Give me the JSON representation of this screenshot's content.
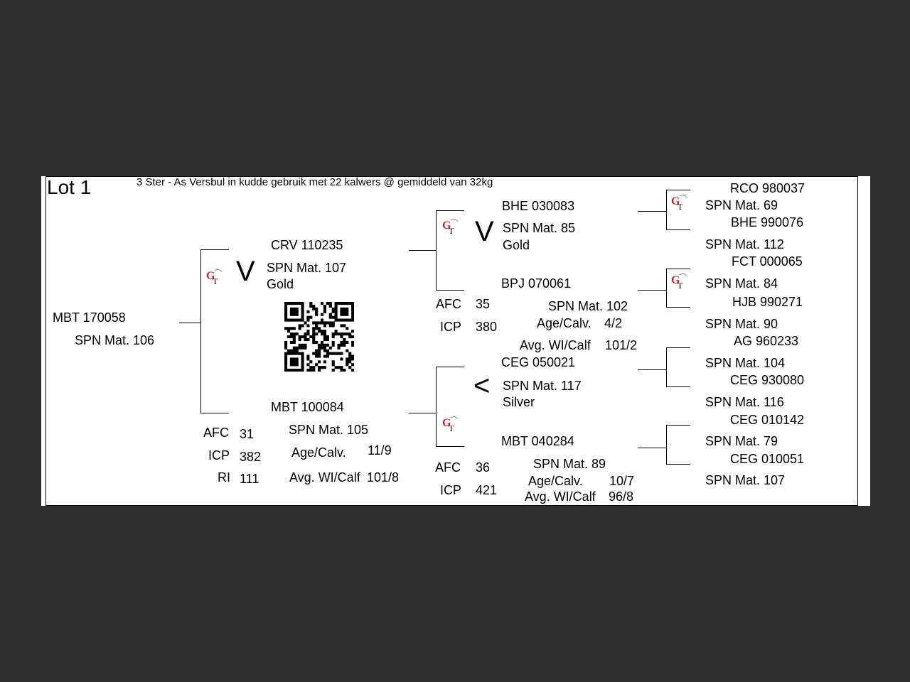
{
  "lot": {
    "title": "Lot 1",
    "note": "3 Ster - As Versbul in kudde gebruik met 22 kalwers @ gemiddeld van 32kg"
  },
  "subject": {
    "id": "MBT 170058",
    "spn": "SPN Mat. 106"
  },
  "sire": {
    "id": "CRV 110235",
    "spn": "SPN Mat. 107",
    "award": "Gold",
    "symbol": "V",
    "sire": {
      "id": "BHE 030083",
      "spn": "SPN Mat. 85",
      "award": "Gold",
      "symbol": "V",
      "sire": {
        "id": "RCO 980037",
        "spn": "SPN Mat. 69"
      },
      "dam": {
        "id": "BHE 990076",
        "spn": "SPN Mat. 112"
      }
    },
    "dam": {
      "id": "BPJ 070061",
      "spn": "SPN Mat. 102",
      "age_calv_label": "Age/Calv.",
      "age_calv": "4/2",
      "avg_wi_label": "Avg. WI/Calf",
      "avg_wi": "101/2",
      "afc_label": "AFC",
      "afc": "35",
      "icp_label": "ICP",
      "icp": "380",
      "sire": {
        "id": "FCT 000065",
        "spn": "SPN Mat. 84"
      },
      "dam": {
        "id": "HJB 990271",
        "spn": "SPN Mat. 90"
      }
    }
  },
  "dam": {
    "id": "MBT 100084",
    "spn": "SPN Mat. 105",
    "age_calv_label": "Age/Calv.",
    "age_calv": "11/9",
    "avg_wi_label": "Avg. WI/Calf",
    "avg_wi": "101/8",
    "afc_label": "AFC",
    "afc": "31",
    "icp_label": "ICP",
    "icp": "382",
    "ri_label": "RI",
    "ri": "111",
    "sire": {
      "id": "CEG 050021",
      "spn": "SPN Mat. 117",
      "award": "Silver",
      "symbol": "<",
      "sire": {
        "id": "AG  960233",
        "spn": "SPN Mat. 104"
      },
      "dam": {
        "id": "CEG 930080",
        "spn": "SPN Mat. 116"
      }
    },
    "dam": {
      "id": "MBT 040284",
      "spn": "SPN Mat. 89",
      "age_calv_label": "Age/Calv.",
      "age_calv": "10/7",
      "avg_wi_label": "Avg. WI/Calf",
      "avg_wi": "96/8",
      "afc_label": "AFC",
      "afc": "36",
      "icp_label": "ICP",
      "icp": "421",
      "sire": {
        "id": "CEG 010142",
        "spn": "SPN Mat. 79"
      },
      "dam": {
        "id": "CEG 010051",
        "spn": "SPN Mat. 107"
      }
    }
  },
  "logo": {
    "letters": "GT",
    "color": "#c8232c"
  }
}
